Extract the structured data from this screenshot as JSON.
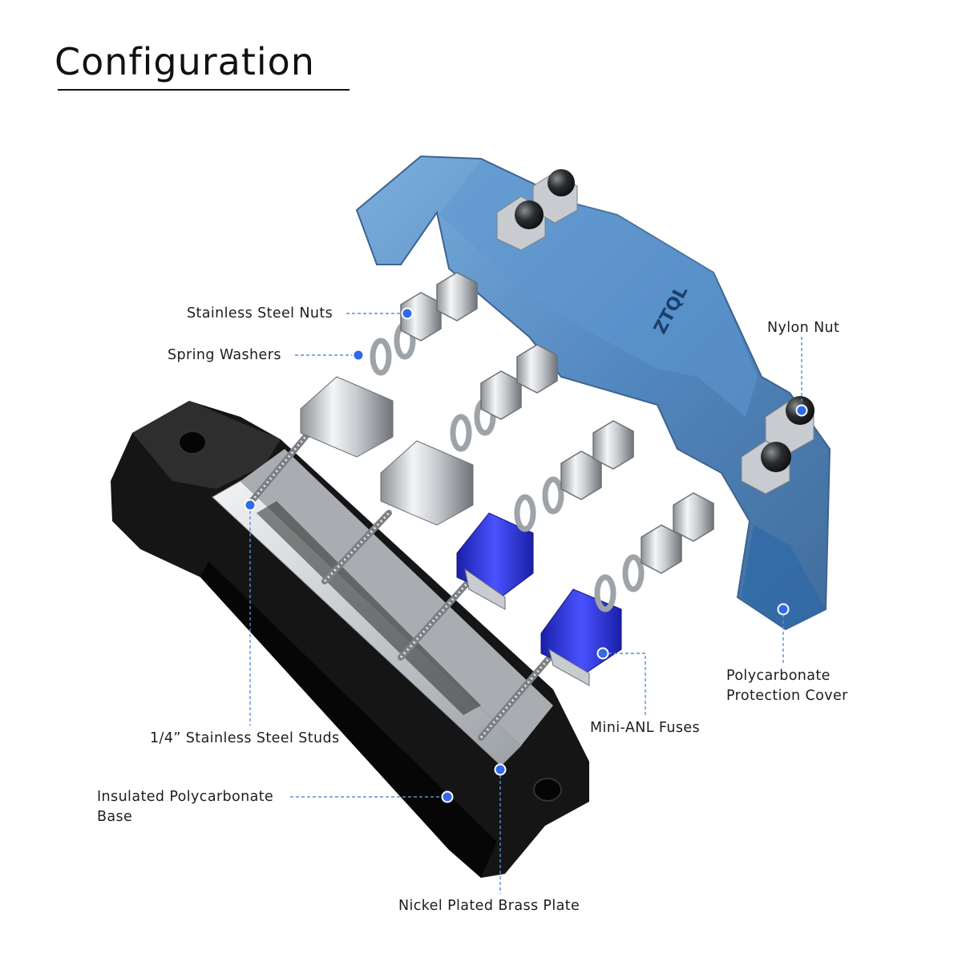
{
  "title": "Configuration",
  "colors": {
    "callout_dot": "#2f6be8",
    "leader_line": "#5a8fd6",
    "base_black": "#121212",
    "plate_silver": "#d7dadd",
    "cover_blue": "#3f7fc0",
    "fuse_blue": "#2a2fd6"
  },
  "callouts": {
    "stainless_steel_nuts": "Stainless Steel Nuts",
    "spring_washers": "Spring Washers",
    "nylon_nut": "Nylon Nut",
    "polycarbonate_cover": [
      "Polycarbonate",
      "Protection Cover"
    ],
    "mini_anl_fuses": "Mini-ANL Fuses",
    "studs": "1/4” Stainless Steel Studs",
    "insulated_base": [
      "Insulated Polycarbonate",
      "Base"
    ],
    "brass_plate": "Nickel Plated Brass Plate"
  },
  "cover_emboss": "ZTQL"
}
